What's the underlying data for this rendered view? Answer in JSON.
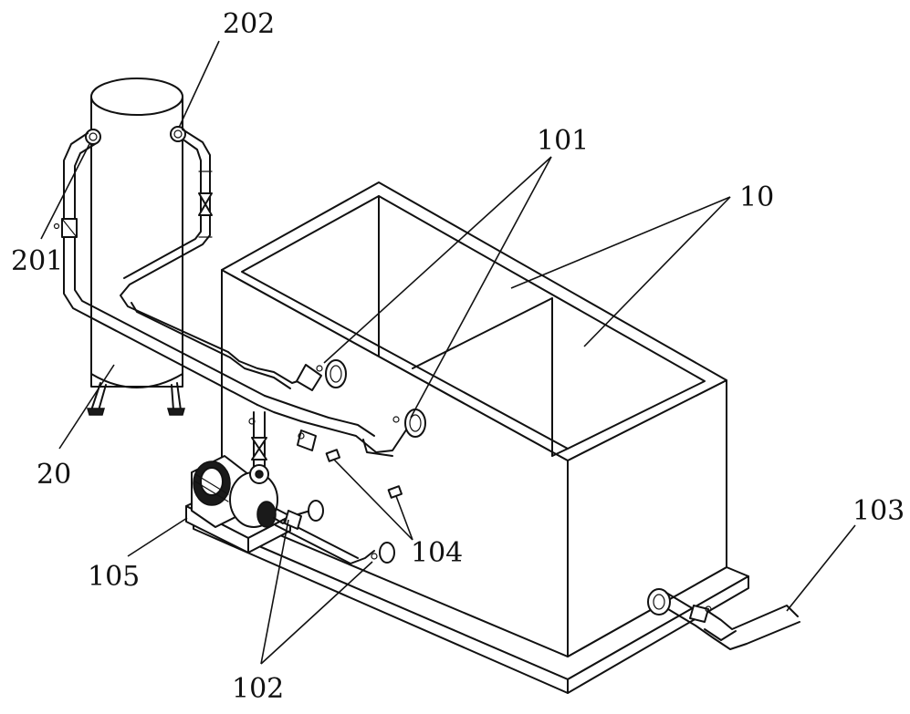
{
  "labels": {
    "tank": "10",
    "outlets": "101",
    "inlets": "102",
    "drain": "103",
    "valves": "104",
    "pump": "105",
    "column": "20",
    "column_inlet": "201",
    "column_outlet": "202"
  }
}
